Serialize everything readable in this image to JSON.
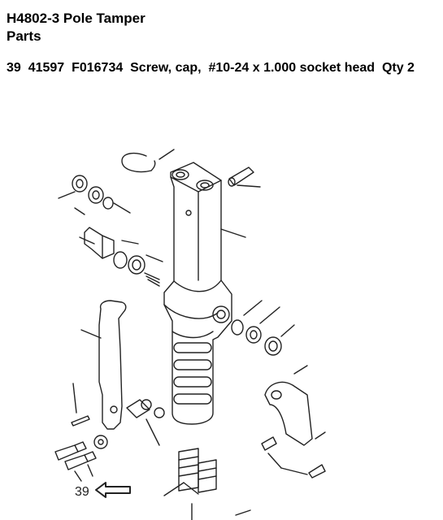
{
  "document": {
    "title": "H4802-3 Pole Tamper",
    "subtitle": "Parts"
  },
  "part": {
    "line": "39  41597  F016734  Screw, cap,  #10-24 x 1.000 socket head  Qty 2",
    "item_number": "39",
    "part_number": "41597",
    "manufacturer_number": "F016734",
    "description": "Screw, cap,  #10-24 x 1.000 socket head",
    "quantity": "Qty 2"
  },
  "diagram": {
    "callout_label": "39",
    "arrow_icon": "hollow-left-arrow-icon",
    "line_color": "#222222"
  }
}
